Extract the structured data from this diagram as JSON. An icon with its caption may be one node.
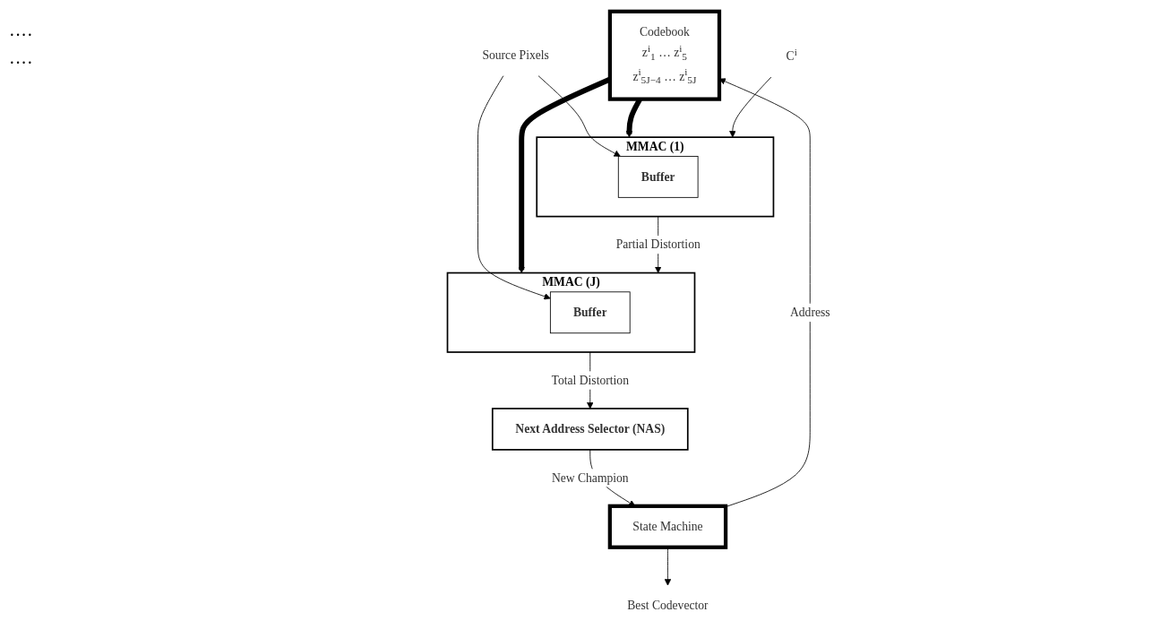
{
  "diagram": {
    "nodes": [
      {
        "text": [
          "Codebook",
          "z$^{i}$$_{1}$ … z$^{i}$$_{5}$",
          "z$^{i}$$_{5J−4}$ … z$^{i}$$_{5J}$"
        ]
      },
      {
        "text": [
          "State Machine"
        ]
      },
      {
        "text": [
          "Source Pixels"
        ]
      },
      {
        "text": [
          "MMAC (1)"
        ]
      },
      {
        "text": [
          "Buffer"
        ],
        "in": 3
      },
      {
        "text": [
          "MMAC (J)"
        ]
      },
      {
        "text": [
          "Buffer"
        ],
        "in": 5
      },
      {
        "text": [
          "Next Address Selector (NAS)"
        ]
      },
      {
        "text": [
          "Best Codevector"
        ]
      },
      {
        "text": [
          "C$^{i}$"
        ]
      }
    ],
    "edges": [
      {
        "from": 1,
        "to": 0,
        "arrow": "to",
        "label": "Address"
      },
      {
        "from": 1,
        "to": 8,
        "arrow": "to"
      },
      {
        "from": 0,
        "to": 3,
        "arrow": "to",
        "style": "thick"
      },
      {
        "from": 0,
        "to": 5,
        "arrow": "to",
        "style": "thick"
      },
      {
        "from": 2,
        "to": 4,
        "arrow": "to"
      },
      {
        "from": 2,
        "to": 6,
        "arrow": "to"
      },
      {
        "from": 9,
        "to": 3,
        "arrow": "to"
      },
      {
        "from": 3,
        "to": 5,
        "arrow": "to",
        "label": "Partial Distortion"
      },
      {
        "from": 5,
        "to": 7,
        "arrow": "to",
        "label": "Total Distortion"
      },
      {
        "from": 7,
        "to": 1,
        "arrow": "to",
        "label": "New Champion"
      }
    ],
    "labels": [
      "····",
      "····"
    ]
  }
}
